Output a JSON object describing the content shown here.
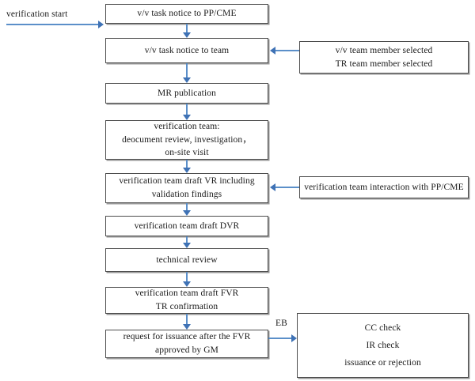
{
  "diagram": {
    "title": "verification process flowchart",
    "accent_color": "#5b8fc9",
    "arrowhead_color": "#3f72b5",
    "box_border_color": "#4d4d4d",
    "box_shadow_color": "#9a9a9a",
    "text_color": "#1a1a1a",
    "background_color": "#ffffff"
  },
  "labels": {
    "start": "verification start",
    "eb": "EB"
  },
  "main_flow": [
    {
      "id": "task-notice-ppcme",
      "lines": [
        "v/v task notice to PP/CME"
      ]
    },
    {
      "id": "task-notice-team",
      "lines": [
        "v/v task notice to team"
      ]
    },
    {
      "id": "mr-publication",
      "lines": [
        "MR publication"
      ]
    },
    {
      "id": "verification-team",
      "lines": [
        "verification team:",
        "deocument review, investigation，",
        "on-site visit"
      ]
    },
    {
      "id": "draft-vr",
      "lines": [
        "verification team draft VR including",
        "validation findings"
      ]
    },
    {
      "id": "draft-dvr",
      "lines": [
        "verification team draft DVR"
      ]
    },
    {
      "id": "technical-review",
      "lines": [
        "technical review"
      ]
    },
    {
      "id": "draft-fvr",
      "lines": [
        "verification team draft FVR",
        "TR confirmation"
      ]
    },
    {
      "id": "request-issuance",
      "lines": [
        "request for issuance after the FVR",
        "approved by GM"
      ]
    }
  ],
  "side_boxes": [
    {
      "id": "team-member-selected",
      "lines": [
        "v/v team member selected",
        "TR team member selected"
      ]
    },
    {
      "id": "team-interaction",
      "lines": [
        "verification team interaction with PP/CME"
      ]
    },
    {
      "id": "issuance-checks",
      "lines": [
        "CC check",
        "IR check",
        "issuance or rejection"
      ]
    }
  ]
}
